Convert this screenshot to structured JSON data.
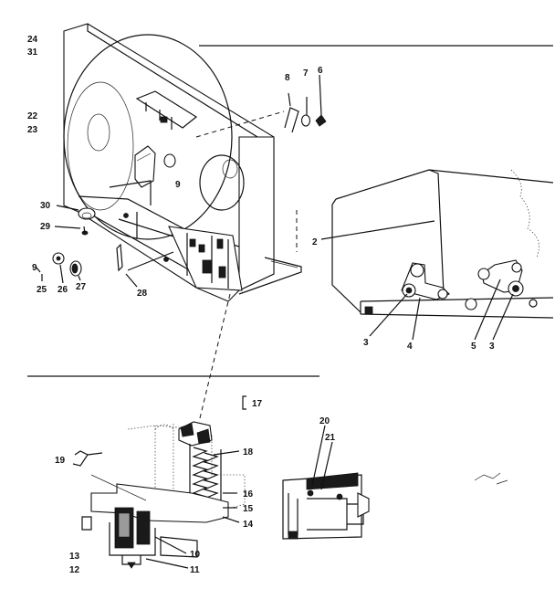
{
  "callouts": {
    "p24": "24",
    "p31": "31",
    "p22": "22",
    "p23": "23",
    "p8": "8",
    "p7": "7",
    "p6": "6",
    "p9": "9",
    "p30": "30",
    "p29": "29",
    "p9b": "9",
    "p25": "25",
    "p26": "26",
    "p27": "27",
    "p28": "28",
    "p2": "2",
    "p3": "3",
    "p4": "4",
    "p5": "5",
    "p3b": "3",
    "p17": "17",
    "p18": "18",
    "p19": "19",
    "p16": "16",
    "p15": "15",
    "p14": "14",
    "p13": "13",
    "p12": "12",
    "p10": "10",
    "p11": "11",
    "p20": "20",
    "p21": "21"
  }
}
